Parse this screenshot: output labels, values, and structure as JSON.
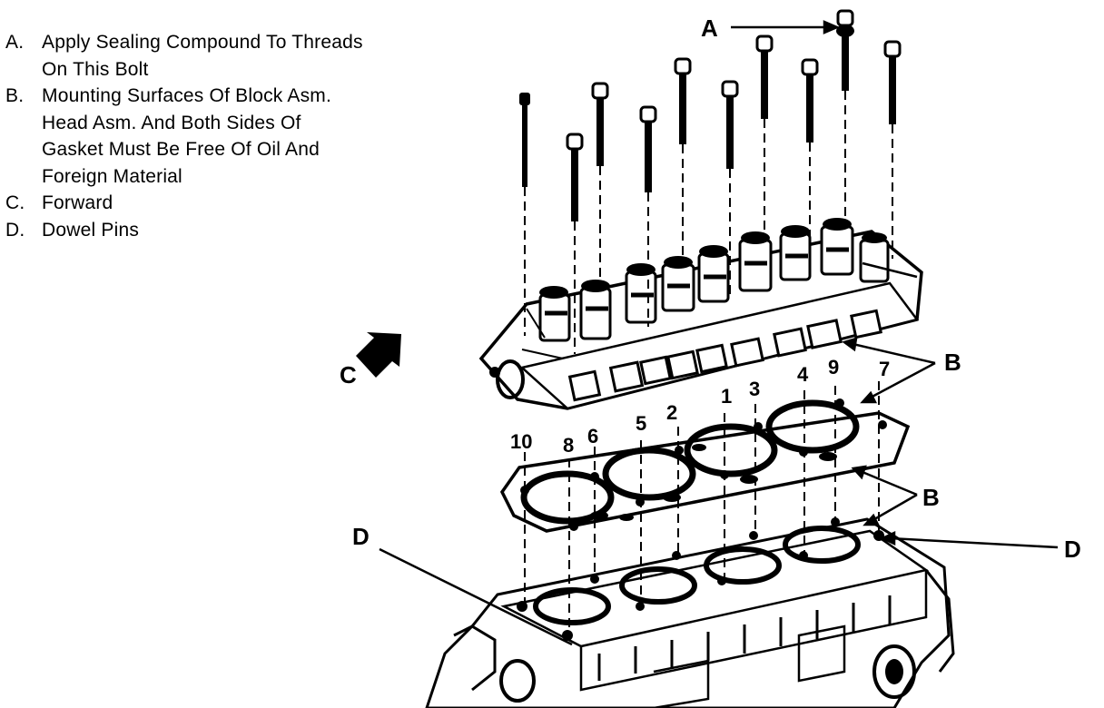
{
  "legend": [
    {
      "letter": "A.",
      "text": "Apply Sealing Compound To Threads\nOn This Bolt"
    },
    {
      "letter": "B.",
      "text": "Mounting Surfaces Of Block Asm.\nHead Asm. And Both Sides Of\nGasket Must Be Free Of Oil And\nForeign Material"
    },
    {
      "letter": "C.",
      "text": "Forward"
    },
    {
      "letter": "D.",
      "text": "Dowel Pins"
    }
  ],
  "callouts": {
    "a": "A",
    "b_upper": "B",
    "b_lower": "B",
    "c": "C",
    "d_left": "D",
    "d_right": "D"
  },
  "bolt_numbers": {
    "n1": "1",
    "n2": "2",
    "n3": "3",
    "n4": "4",
    "n5": "5",
    "n6": "6",
    "n7": "7",
    "n8": "8",
    "n9": "9",
    "n10": "10"
  },
  "colors": {
    "ink": "#000000",
    "paper": "#ffffff"
  }
}
